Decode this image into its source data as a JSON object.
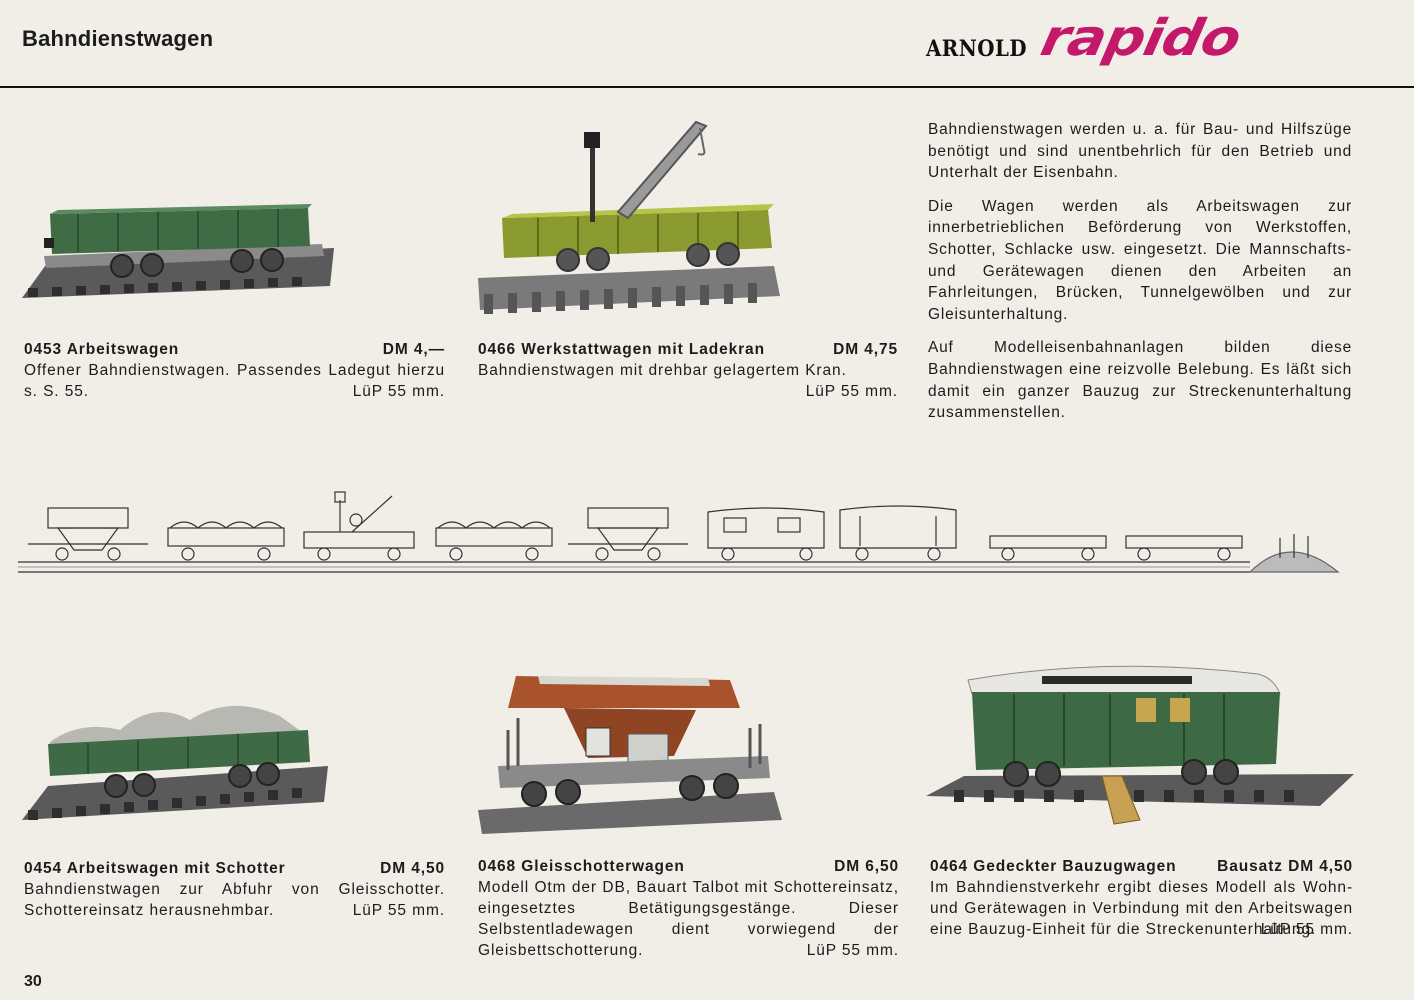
{
  "header": {
    "title": "Bahndienstwagen",
    "brand_arnold": "ARNOLD",
    "brand_rapido": "rapido"
  },
  "intro": {
    "paragraphs": [
      "Bahndienstwagen werden u. a. für Bau- und Hilfszüge benötigt und sind unentbehrlich für den Betrieb und Unterhalt der Eisenbahn.",
      "Die Wagen werden als Arbeitswagen zur innerbetrieblichen Beförderung von Werkstoffen, Schotter, Schlacke usw. eingesetzt. Die Mannschafts- und Gerätewagen dienen den Arbeiten an Fahrleitungen, Brücken, Tunnelgewölben und zur Gleisunterhaltung.",
      "Auf Modelleisenbahnanlagen bilden diese Bahndienstwagen eine reizvolle Belebung. Es läßt sich damit ein ganzer Bauzug zur Streckenunterhaltung zusammenstellen."
    ]
  },
  "products": [
    {
      "name": "0453 Arbeitswagen",
      "price": "DM 4,—",
      "desc": "Offener Bahndienstwagen. Passendes Ladegut hierzu s. S. 55.",
      "length": "LüP 55 mm.",
      "colors": {
        "body": "#3f6b45",
        "track": "#4a4a4a"
      }
    },
    {
      "name": "0466 Werkstattwagen mit Ladekran",
      "price": "DM 4,75",
      "desc": "Bahndienstwagen mit drehbar gelagertem Kran.",
      "length": "LüP 55 mm.",
      "colors": {
        "body": "#8a9a2e",
        "track": "#6a6a6a"
      }
    },
    {
      "name": "0454 Arbeitswagen mit Schotter",
      "price": "DM 4,50",
      "desc": "Bahndienstwagen zur Abfuhr von Gleisschotter. Schottereinsatz herausnehmbar.",
      "length": "LüP 55 mm.",
      "colors": {
        "body": "#3e6b45",
        "track": "#4a4a4a"
      }
    },
    {
      "name": "0468 Gleisschotterwagen",
      "price": "DM 6,50",
      "desc": "Modell Otm der DB, Bauart Talbot mit Schottereinsatz, eingesetztes Betätigungsgestänge. Dieser Selbstentladewagen dient vorwiegend der Gleisbettschotterung.",
      "length": "LüP 55 mm.",
      "colors": {
        "body": "#a8532c",
        "track": "#5a5a5a"
      }
    },
    {
      "name": "0464 Gedeckter Bauzugwagen",
      "price": "Bausatz DM 4,50",
      "desc": "Im Bahndienstverkehr ergibt dieses Modell als Wohn- und Gerätewagen in Verbindung mit den Arbeitswagen eine Bauzug-Einheit für die Streckenunterhaltung.",
      "length": "LüP 55 mm.",
      "colors": {
        "body": "#3d6a44",
        "track": "#4a4a4a"
      }
    }
  ],
  "page_number": "30"
}
